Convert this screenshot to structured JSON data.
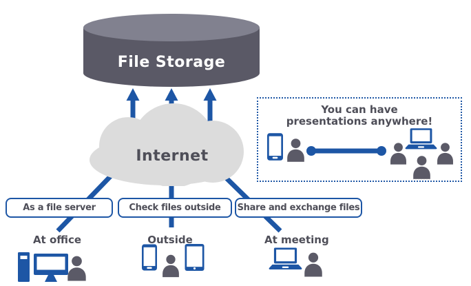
{
  "colors": {
    "accent_blue": "#1d56a5",
    "cylinder_body": "#5a5966",
    "cylinder_top": "#81818f",
    "cloud_gray": "#dcdcdc",
    "person_gray": "#5b5a67",
    "text_gray": "#4e4e58"
  },
  "storage": {
    "label": "File Storage"
  },
  "internet": {
    "label": "Internet"
  },
  "callout": {
    "line1": "You can have",
    "line2": "presentations anywhere!"
  },
  "usecases": [
    {
      "label": "As a file server",
      "location": "At office"
    },
    {
      "label": "Check files outside",
      "location": "Outside"
    },
    {
      "label": "Share and exchange files",
      "location": "At meeting"
    }
  ],
  "icons": [
    "storage-cylinder-icon",
    "cloud-icon",
    "up-arrow-icon",
    "smartphone-icon",
    "tablet-icon",
    "laptop-icon",
    "desktop-pc-icon",
    "person-icon",
    "link-line-icon"
  ]
}
